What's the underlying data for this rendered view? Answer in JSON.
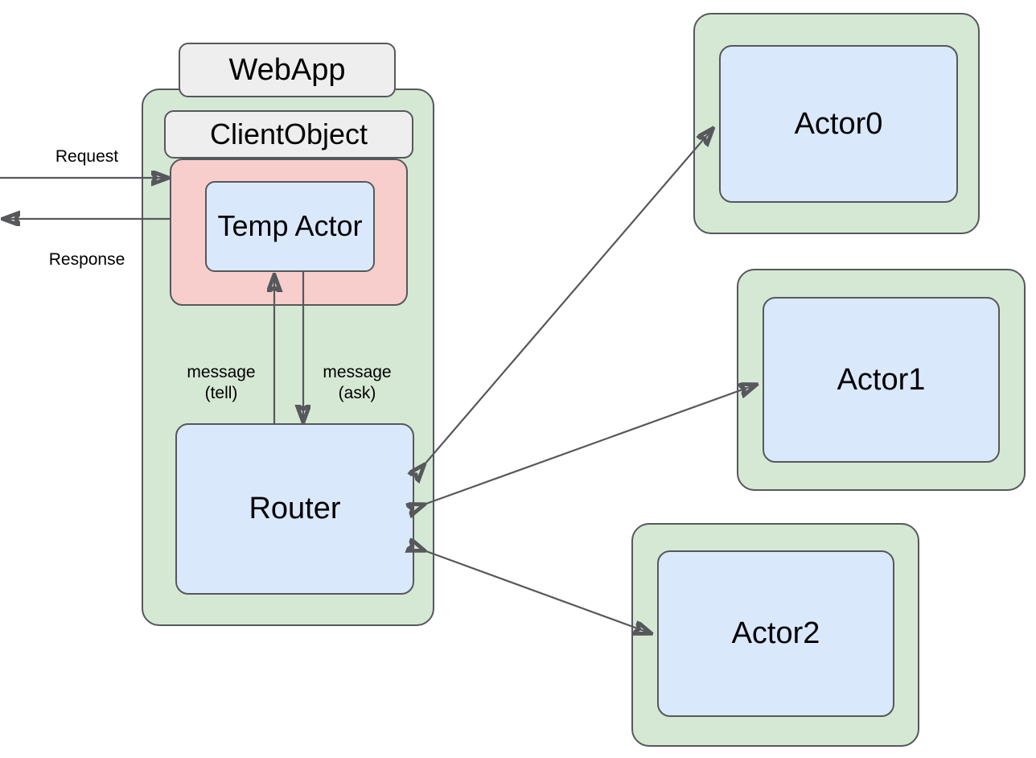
{
  "diagram": {
    "title": "Akka actor request/response routing diagram",
    "colors": {
      "green_fill": "#d5e8d4",
      "pink_fill": "#f8cecc",
      "blue_fill": "#dae8fc",
      "grey_fill": "#eeeeee",
      "stroke": "#56585b",
      "text": "#000000",
      "background": "#ffffff"
    }
  },
  "system": {
    "webapp_label": "WebApp",
    "client_object_label": "ClientObject",
    "temp_actor_label": "Temp\nActor",
    "router_label": "Router"
  },
  "actors": [
    {
      "label": "Actor0"
    },
    {
      "label": "Actor1"
    },
    {
      "label": "Actor2"
    }
  ],
  "edges": {
    "request_label": "Request",
    "response_label": "Response",
    "message_tell_label": "message\n(tell)",
    "message_ask_label": "message\n(ask)"
  }
}
